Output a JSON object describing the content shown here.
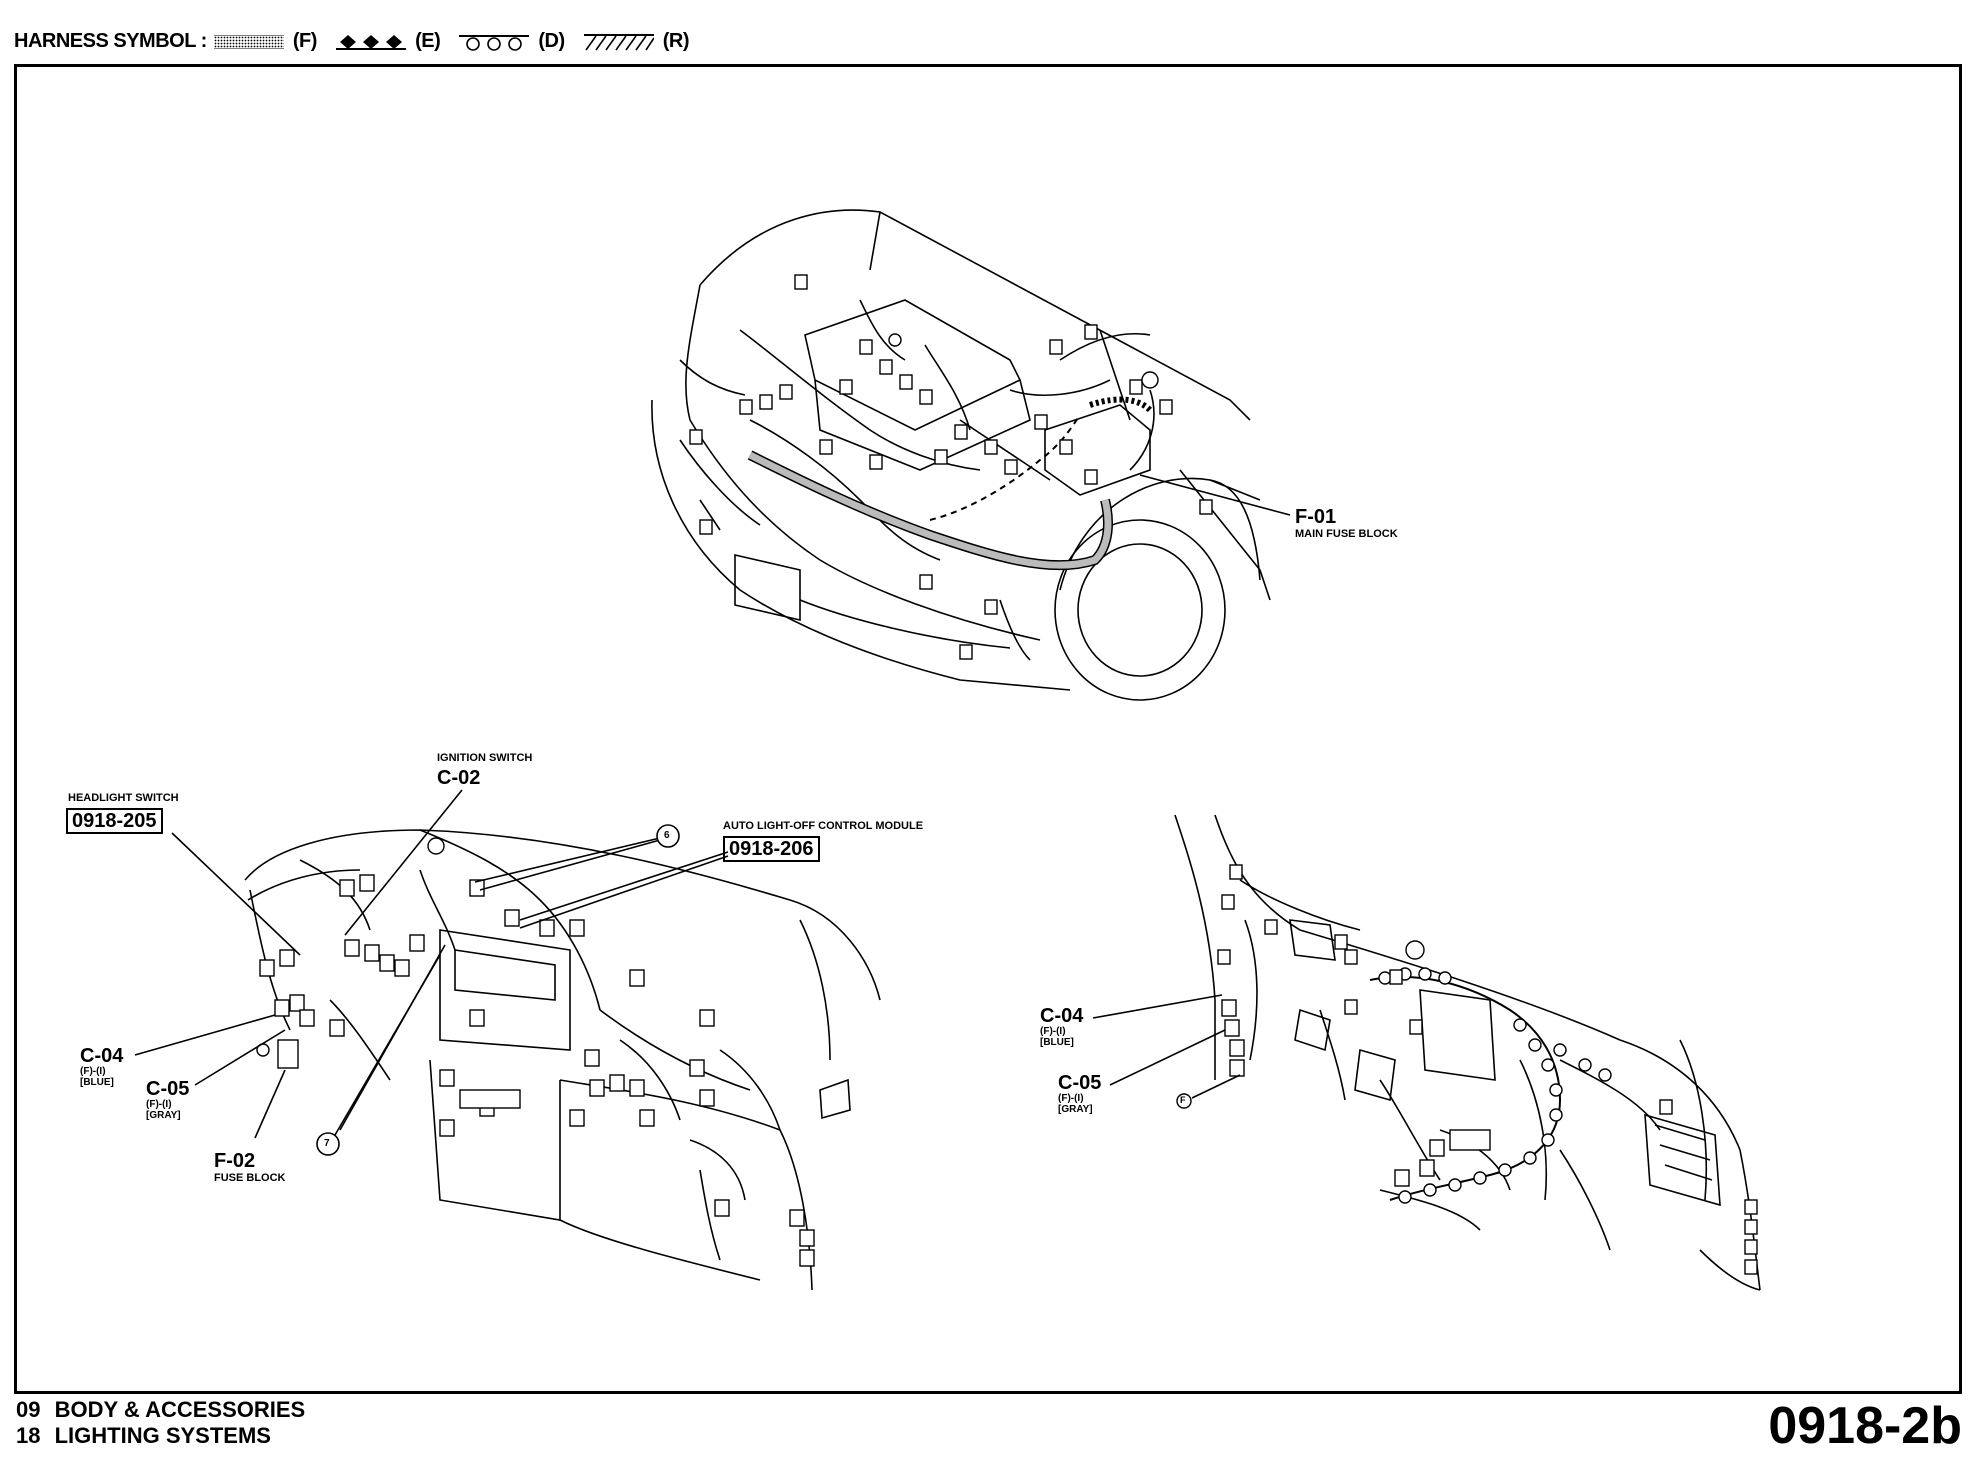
{
  "header": {
    "prefix": "HARNESS SYMBOL :",
    "symbols": [
      {
        "code": "(F)",
        "icon": "dotted-band-icon"
      },
      {
        "code": "(E)",
        "icon": "diamond-chain-icon"
      },
      {
        "code": "(D)",
        "icon": "circle-chain-icon"
      },
      {
        "code": "(R)",
        "icon": "hatched-band-icon"
      }
    ]
  },
  "engine_callout": {
    "code": "F-01",
    "name": "MAIN FUSE BLOCK"
  },
  "dash_left": {
    "headlight_switch": {
      "name": "HEADLIGHT SWITCH",
      "ref": "0918-205"
    },
    "ignition_switch": {
      "name": "IGNITION SWITCH",
      "code": "C-02"
    },
    "auto_light": {
      "name": "AUTO LIGHT-OFF CONTROL MODULE",
      "ref": "0918-206"
    },
    "marker_6": "6",
    "marker_7": "7",
    "c04": {
      "code": "C-04",
      "l1": "(F)-(I)",
      "l2": "[BLUE]"
    },
    "c05": {
      "code": "C-05",
      "l1": "(F)-(I)",
      "l2": "[GRAY]"
    },
    "f02": {
      "code": "F-02",
      "name": "FUSE BLOCK"
    }
  },
  "dash_right": {
    "c04": {
      "code": "C-04",
      "l1": "(F)-(I)",
      "l2": "[BLUE]"
    },
    "c05": {
      "code": "C-05",
      "l1": "(F)-(I)",
      "l2": "[GRAY]"
    },
    "marker_f": "F"
  },
  "footer": {
    "line1_num": "09",
    "line1_text": "BODY & ACCESSORIES",
    "line2_num": "18",
    "line2_text": "LIGHTING SYSTEMS",
    "page_code": "0918-2b"
  }
}
